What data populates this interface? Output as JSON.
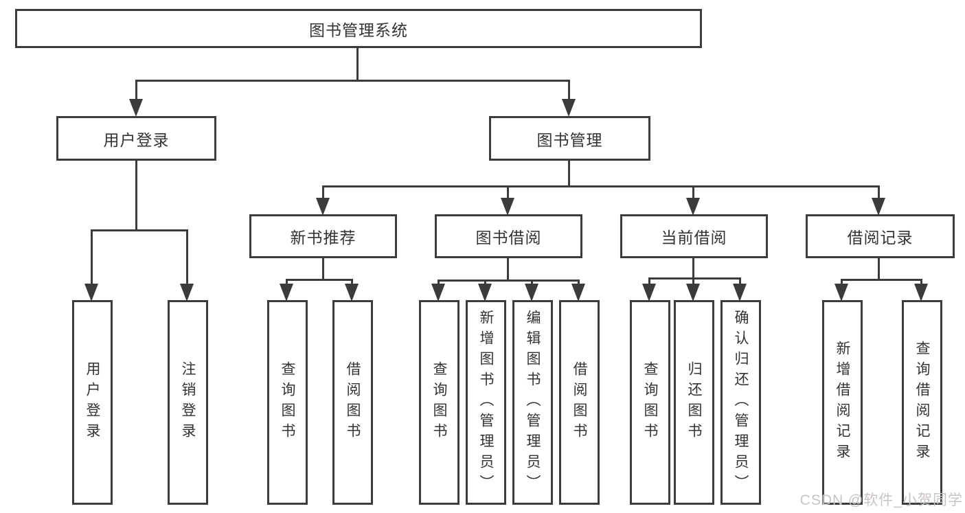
{
  "diagram": {
    "watermark": "CSDN @软件_小贺同学",
    "colors": {
      "line": "#3b3b3b",
      "text": "#333333",
      "watermark": "#c9c2c3",
      "background": "#ffffff"
    },
    "tree": {
      "label": "图书管理系统",
      "children": [
        {
          "label": "用户登录",
          "children": [
            {
              "label": "用户登录"
            },
            {
              "label": "注销登录"
            }
          ]
        },
        {
          "label": "图书管理",
          "children": [
            {
              "label": "新书推荐",
              "children": [
                {
                  "label": "查询图书"
                },
                {
                  "label": "借阅图书"
                }
              ]
            },
            {
              "label": "图书借阅",
              "children": [
                {
                  "label": "查询图书"
                },
                {
                  "label": "新增图书（管理员）"
                },
                {
                  "label": "编辑图书（管理员）"
                },
                {
                  "label": "借阅图书"
                }
              ]
            },
            {
              "label": "当前借阅",
              "children": [
                {
                  "label": "查询图书"
                },
                {
                  "label": "归还图书"
                },
                {
                  "label": "确认归还（管理员）"
                }
              ]
            },
            {
              "label": "借阅记录",
              "children": [
                {
                  "label": "新增借阅记录"
                },
                {
                  "label": "查询借阅记录"
                }
              ]
            }
          ]
        }
      ]
    }
  }
}
